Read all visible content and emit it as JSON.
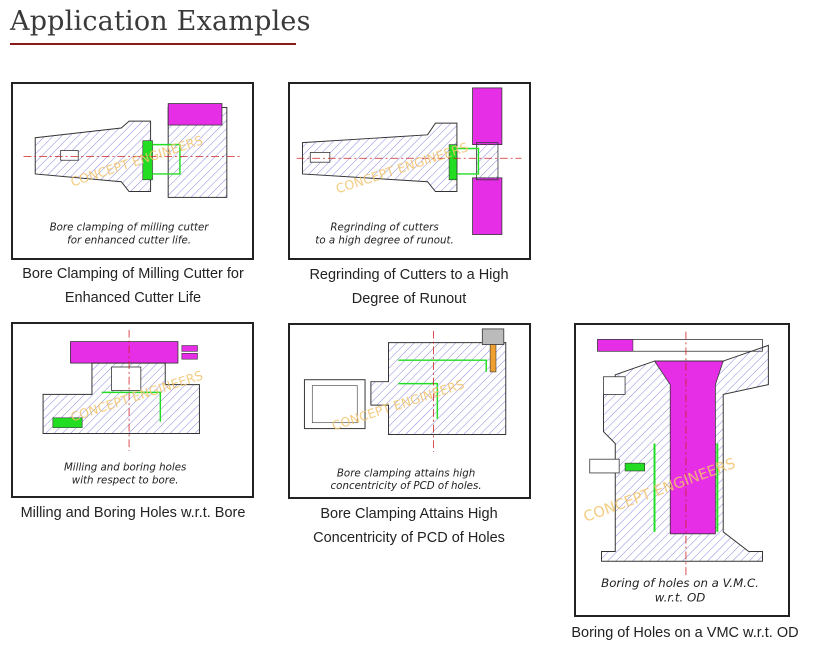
{
  "page": {
    "title": "Application Examples"
  },
  "colors": {
    "accent_rule": "#8b1a1a",
    "highlight_magenta": "#e62ee6",
    "highlight_green": "#22dd22",
    "hatch_blue": "#6a6ad8",
    "watermark": "#f2c46d"
  },
  "watermark_text": "CONCEPT ENGINEERS",
  "examples": [
    {
      "diagram_caption": [
        "Bore clamping of milling cutter",
        "for enhanced cutter life."
      ],
      "caption": [
        "Bore Clamping of Milling Cutter for",
        "Enhanced Cutter Life"
      ]
    },
    {
      "diagram_caption": [
        "Regrinding of cutters",
        "to a high degree of runout."
      ],
      "caption": [
        "Regrinding of Cutters to a High",
        "Degree of Runout"
      ]
    },
    {
      "diagram_caption": [
        "Milling and boring holes",
        "with respect to bore."
      ],
      "caption": [
        "Milling and Boring Holes w.r.t. Bore"
      ]
    },
    {
      "diagram_caption": [
        "Bore clamping attains high",
        "concentricity of PCD of holes."
      ],
      "caption": [
        "Bore Clamping Attains High",
        "Concentricity of PCD of Holes"
      ]
    },
    {
      "diagram_caption": [
        "Boring of holes on a V.M.C.",
        "w.r.t. OD"
      ],
      "caption": [
        "Boring of Holes on a VMC w.r.t. OD"
      ]
    }
  ]
}
